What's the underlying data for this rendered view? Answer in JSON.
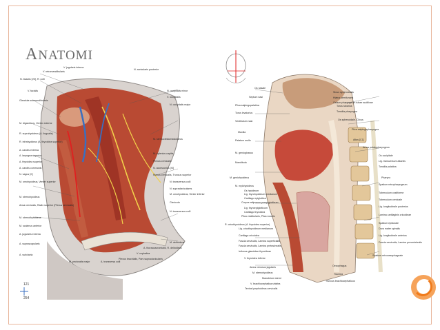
{
  "slide": {
    "title_first": "A",
    "title_rest": "NATOMI"
  },
  "left_figure": {
    "labels": [
      "V. jugularis interna",
      "V. retromandibularis",
      "N. facialis [VII], R. colli",
      "V. facialis",
      "Glandula submandibularis",
      "M. digastricus, Venter anterior",
      "R. suprahyoideus (A. lingualis)",
      "R. infrahyoideus (A. thyroidea superior)",
      "A. carotis externa",
      "A. laryngea superior",
      "A. thyroidea superior",
      "A. carotis communis",
      "N. vagus [X]",
      "M. omohyoideus, Venter superior",
      "M. sternohyoideus",
      "Ansa cervicalis, Radix superior (Plexus cervicalis)",
      "M. sternothyroideus",
      "M. scalenus anterior",
      "A. jugularis externa",
      "A. suprascapularis",
      "A. subclavia",
      "M. pectoralis major",
      "A. transversa colli",
      "V. cephalica",
      "Plexus brachialis, Pars supraclavicularis",
      "N. auricularis posterior",
      "N. occipitalis minor",
      "V. occipitalis",
      "N. occipitalis major",
      "M. sternocleidomastoideus",
      "M. splenius capitis",
      "Plexus cervicalis",
      "N. accessorius [XI]",
      "Plexus cervicalis, Truncus superior",
      "N. transversus colli",
      "N. supraclaviculares",
      "M. omohyoideus, Venter inferior",
      "Clavicula",
      "N. transversus colli",
      "M. deltoideus",
      "A. thoracoacromialis, R. deltoideus"
    ],
    "page_top": "121",
    "page_bottom": "254"
  },
  "right_figure": {
    "labels_left": [
      "Os nasale",
      "Septum nasi",
      "Plica salpingopalatina",
      "Torus levatorius",
      "Vestibulum nasi",
      "Maxilla",
      "Palatum molle",
      "M. genioglossus",
      "Mandibula",
      "M. geniohyoideus",
      "M. mylohyoideus",
      "Os hyoideum",
      "Lig. thyrohyoideum medianum",
      "Cartilago epiglottica",
      "Corpus adiposum preepiglotticum",
      "Lig. thyroepiglotticum",
      "Cartilago thyroidea",
      "Plica vestibularis, Plica vocalis",
      "R. cricothyroideus (A. thyroidea superior)",
      "Lig. cricothyroideum medianum",
      "Cartilago cricoidea",
      "Fascia cervicalis, Lamina superficialis",
      "Fascia cervicalis, Lamina pretrachealis",
      "Isthmus glandulae thyroideae",
      "V. thyroidea inferior",
      "Arcus venosus jugularis",
      "M. sternohyoideus",
      "Manubrium sterni",
      "V. brachiocephalica sinistra",
      "Textus lymphoideus cervicalis"
    ],
    "labels_right": [
      "Sinus sphenoidalis",
      "Hiatus semilunaris",
      "Ostium pharyngeum tubae auditivae",
      "Torus tubarius",
      "Tonsilla pharyngea",
      "Os sphenoidale, Clivus",
      "Plica salpingopharyngea",
      "Atlas [C1]",
      "Arcus palatopharyngeus",
      "Os occipitale",
      "Lig. transversum atlantis",
      "Tonsilla palatina",
      "Pharynx",
      "Spatium retropharyngeum",
      "Tuberculum costiforme",
      "Tuberculum cervicale",
      "Lig. longitudinale posterius",
      "Lamina cartilaginis cricoideae",
      "Spatium epidurale",
      "Dura mater spinalis",
      "Lig. longitudinale anterius",
      "Fascia cervicalis, Lamina prevertebralis",
      "Oesophagus",
      "Trachea",
      "Spatium retrooesophageale",
      "Truncus brachiocephalicus"
    ]
  },
  "colors": {
    "accent_orange": "#f07a1a",
    "accent_light": "#f6a35a",
    "title_gray": "#6a6a6a",
    "frame_border": "#e8b59a"
  }
}
